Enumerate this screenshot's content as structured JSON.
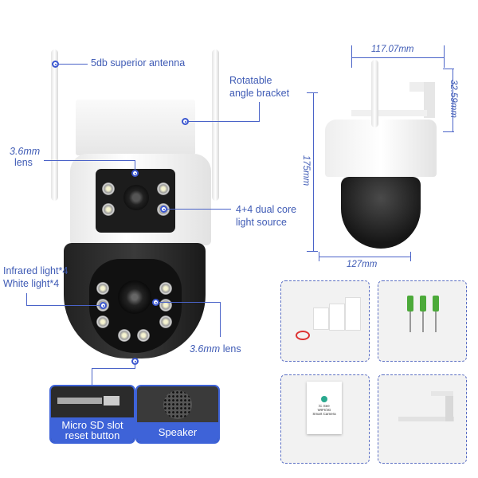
{
  "callouts": {
    "antenna": "5db superior antenna",
    "bracket_line1": "Rotatable",
    "bracket_line2": "angle bracket",
    "top_lens_size": "3.6mm",
    "top_lens_word": "lens",
    "light_line1": "4+4 dual core",
    "light_line2": "light source",
    "infrared": "Infrared light*4",
    "white": "White light*4",
    "bottom_lens_size": "3.6mm",
    "bottom_lens_word": "lens"
  },
  "insets": {
    "sd": {
      "line1": "Micro SD slot",
      "line2": "reset button"
    },
    "speaker": "Speaker"
  },
  "dimensions": {
    "width_top": "117.07mm",
    "bracket_depth": "32.59mm",
    "height": "175mm",
    "width_bottom": "127mm"
  },
  "manual": {
    "brand": "iC See",
    "line1": "WIFI/4G",
    "line2": "Smart Camera"
  },
  "colors": {
    "accent": "#3e63d8",
    "label": "#3f5bb5"
  }
}
